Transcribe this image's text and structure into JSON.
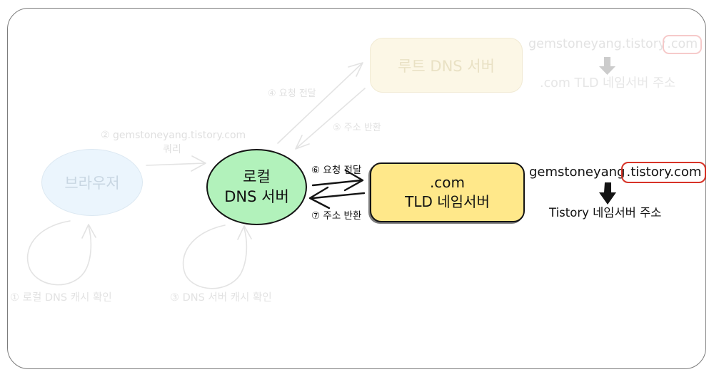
{
  "nodes": {
    "browser": {
      "label": "브라우저"
    },
    "local_dns": {
      "line1": "로컬",
      "line2": "DNS 서버"
    },
    "root_dns": {
      "label": "루트 DNS 서버"
    },
    "tld_nameserver": {
      "line1": ".com",
      "line2": "TLD 네임서버"
    }
  },
  "steps": {
    "step1": "① 로컬 DNS 캐시 확인",
    "step2_query_line1": "② gemstoneyang.tistory.com",
    "step2_query_line2": "쿼리",
    "step3": "③ DNS 서버 캐시 확인",
    "step4": "④ 요청 전달",
    "step5": "⑤ 주소 반환",
    "step6": "⑥ 요청 전달",
    "step7": "⑦ 주소 반환"
  },
  "annotations": {
    "root_result": {
      "domain_prefix": "gemstoneyang.tistory",
      "domain_highlighted": ".com",
      "result": ".com TLD 네임서버 주소"
    },
    "tld_result": {
      "domain_prefix": "gemstoneyang",
      "domain_highlighted": ".tistory.com",
      "result": "Tistory 네임서버 주소"
    }
  },
  "colors": {
    "local_dns_fill": "#b2f2bb",
    "tld_nameserver_fill": "#ffe88a",
    "root_dns_fill_faded": "#fcf7e6",
    "browser_fill_faded": "#ebf5fd",
    "highlight_red": "#d73327",
    "faded_highlight_red": "#f6caca",
    "faded_gray": "#e0e0e0",
    "ink": "#141414"
  }
}
